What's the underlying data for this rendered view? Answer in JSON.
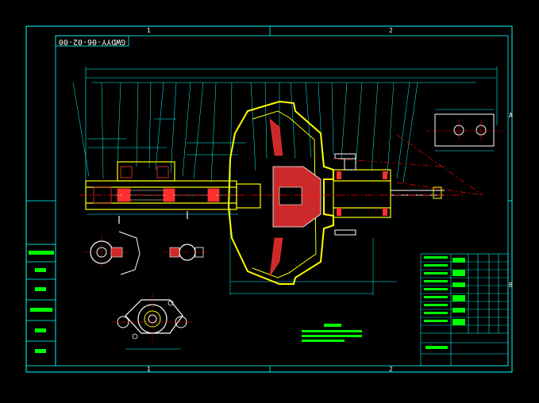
{
  "title_stamp": "GWDYY-06-02-00",
  "zone_marks": {
    "col_1": "1",
    "col_2": "2",
    "row_a": "A",
    "row_b": "B"
  },
  "side_labels": [
    "",
    "",
    "",
    "",
    "",
    ""
  ],
  "title_block": {
    "name": "",
    "scale": "",
    "sheet": ""
  },
  "colors": {
    "frame": "#00ffff",
    "part_outline": "#ffff00",
    "section": "#ff0000",
    "dims": "#00ffff",
    "hatch": "#ff4040",
    "table_green": "#00ff00",
    "text": "#ffffff"
  }
}
